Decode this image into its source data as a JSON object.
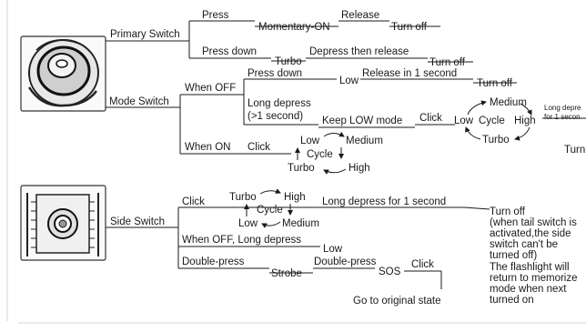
{
  "primary": {
    "title": "Primary Switch",
    "press": "Press",
    "momentary_on": "Momentary-ON",
    "release": "Release",
    "turn_off_1": "Turn off",
    "press_down": "Press down",
    "turbo": "Turbo",
    "depress_release": "Depress then release",
    "turn_off_2": "Turn off"
  },
  "mode": {
    "title": "Mode Switch",
    "when_off": "When OFF",
    "press_down": "Press down",
    "low": "Low",
    "release_1s": "Release in 1 second",
    "turn_off": "Turn off",
    "long_depress": "Long depress",
    "gt_1s": "(>1 second)",
    "keep_low": "Keep LOW mode",
    "click": "Click",
    "cycle_low": "Low",
    "cycle": "Cycle",
    "cycle_medium": "Medium",
    "cycle_high": "High",
    "cycle_turbo": "Turbo",
    "long_depr_cut": "Long depre",
    "for_1_sec_cut": "for 1 secon",
    "turn_cut": "Turn",
    "when_on": "When ON",
    "on_click": "Click",
    "on_low": "Low",
    "on_medium": "Medium",
    "on_cycle": "Cycle",
    "on_turbo": "Turbo",
    "on_high": "High"
  },
  "side": {
    "title": "Side Switch",
    "click": "Click",
    "turbo": "Turbo",
    "high": "High",
    "cycle": "Cycle",
    "low": "Low",
    "medium": "Medium",
    "long_depress_1s": "Long depress for 1 second",
    "turn_off_block": [
      "Turn off",
      "(when tail switch is",
      "activated,the side",
      "switch can't be",
      "turned off)",
      "The flashlight will",
      "return to memorize",
      "mode when next",
      "turned on"
    ],
    "when_off_long": "When OFF, Long depress",
    "low_result": "Low",
    "double_press_1": "Double-press",
    "strobe": "Strobe",
    "double_press_2": "Double-press",
    "sos": "SOS",
    "sos_click": "Click",
    "go_original": "Go to original state"
  }
}
